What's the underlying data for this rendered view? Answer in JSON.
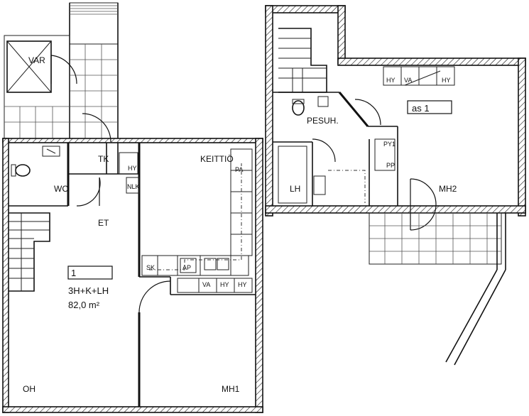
{
  "rooms": {
    "var": "VAR",
    "tk": "TK",
    "keittio": "KEITTIÖ",
    "wc": "WC",
    "et": "ET",
    "oh": "OH",
    "mh1": "MH1",
    "pesuh": "PESUH.",
    "lh": "LH",
    "mh2": "MH2"
  },
  "apartment": {
    "number": "1",
    "type": "3H+K+LH",
    "area": "82,0 m²"
  },
  "floor_label": "as 1",
  "fixtures": {
    "hy_tk": "HY",
    "nlk": "NLK",
    "sk": "SK",
    "va_mh1": "VA",
    "hy_mh1_a": "HY",
    "hy_mh1_b": "HY",
    "hy_up_a": "HY",
    "va_up": "VA",
    "hy_up_b": "HY",
    "py": "PY1",
    "ap": "AP",
    "pa": "PA",
    "pp": "PP"
  }
}
